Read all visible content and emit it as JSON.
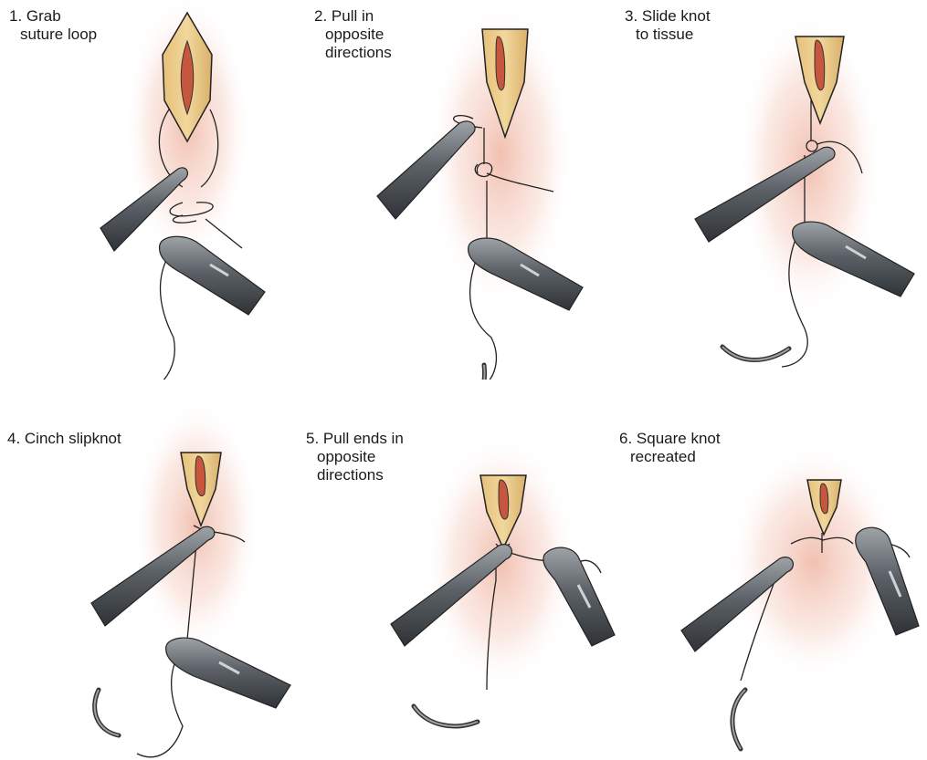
{
  "steps": [
    {
      "lines": [
        "1. Grab",
        "suture loop"
      ]
    },
    {
      "lines": [
        "2. Pull in",
        "opposite",
        "directions"
      ]
    },
    {
      "lines": [
        "3. Slide knot",
        "to tissue"
      ]
    },
    {
      "lines": [
        "4. Cinch slipknot"
      ]
    },
    {
      "lines": [
        "5. Pull ends in",
        "opposite",
        "directions"
      ]
    },
    {
      "lines": [
        "6. Square knot",
        "recreated"
      ]
    }
  ],
  "colors": {
    "tissue_glow": "#f0b9a6",
    "wound_edge": "#e8c178",
    "wound_core": "#c8563e",
    "instrument": "#555a60",
    "instrument_highlight": "#9aa0a6",
    "suture": "#222222"
  },
  "icons": [
    "laparoscopic-grasper-icon",
    "curved-needle-icon",
    "incision-icon",
    "suture-knot-icon"
  ]
}
